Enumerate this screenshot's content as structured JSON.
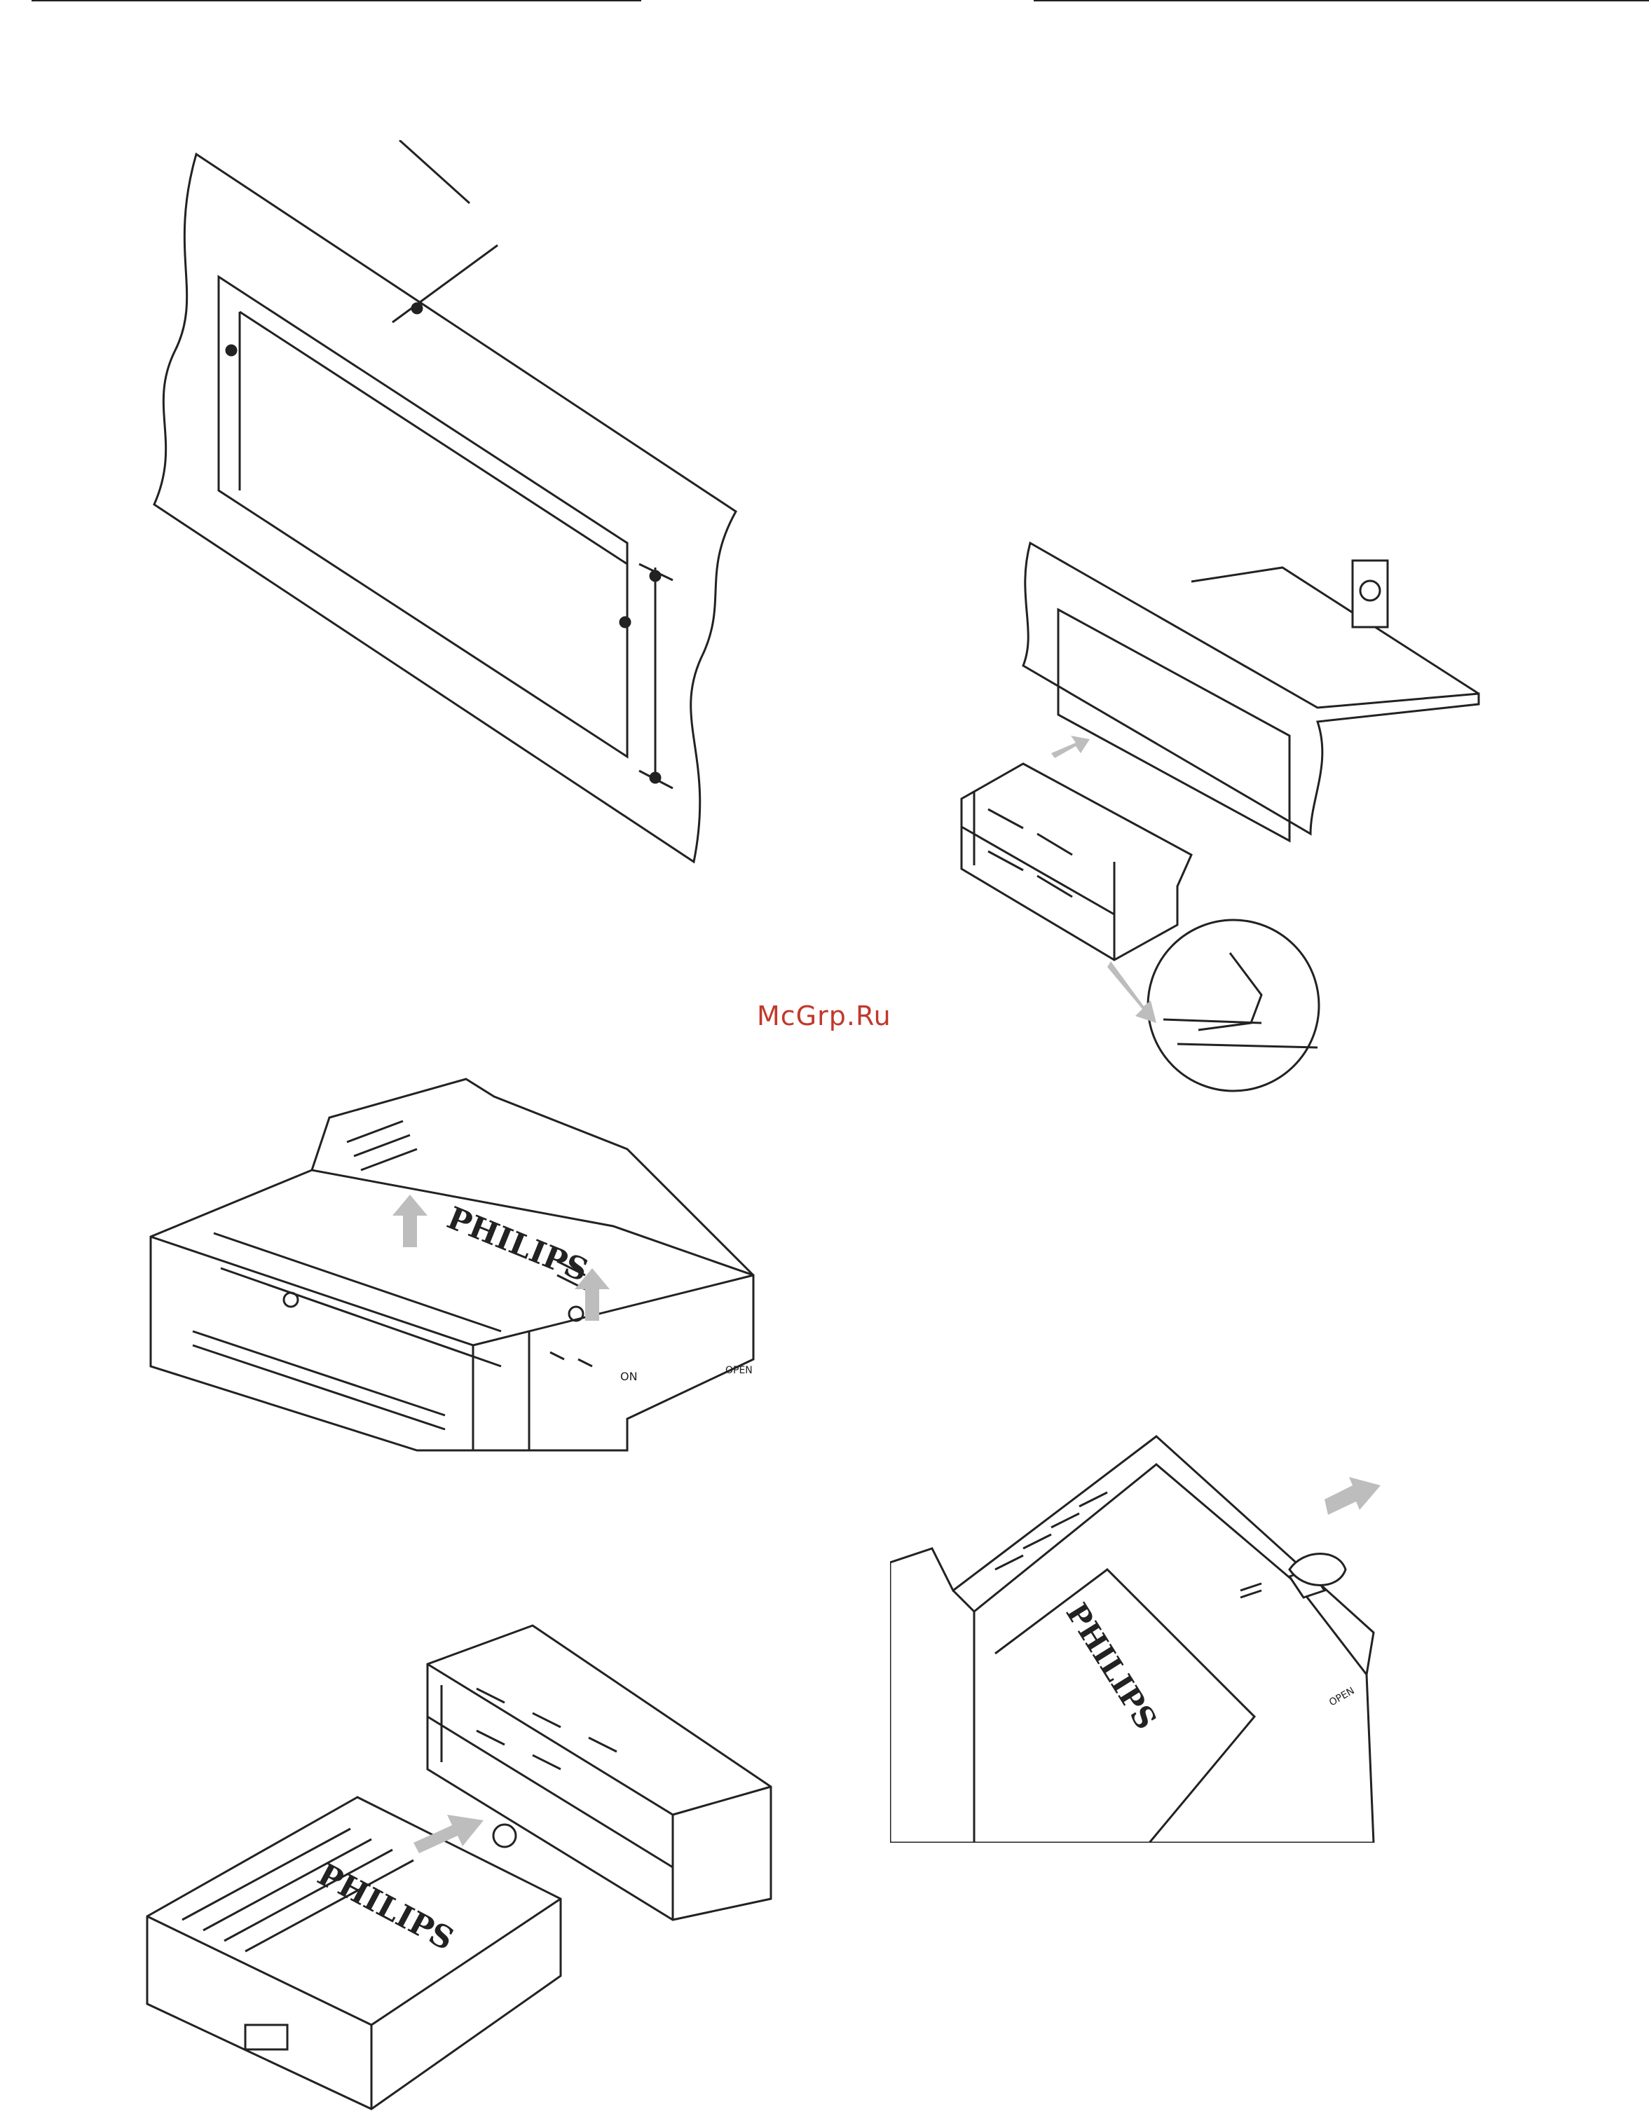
{
  "watermark": "McGrp.Ru",
  "brand": "PHILIPS",
  "labels": {
    "open": "OPEN",
    "on": "ON"
  },
  "colors": {
    "line": "#222222",
    "arrow": "#bdbdbd",
    "watermark": "#c0392b"
  },
  "icons": {
    "motion_arrow": "arrow-icon",
    "dimension_dot": "dot-icon"
  }
}
